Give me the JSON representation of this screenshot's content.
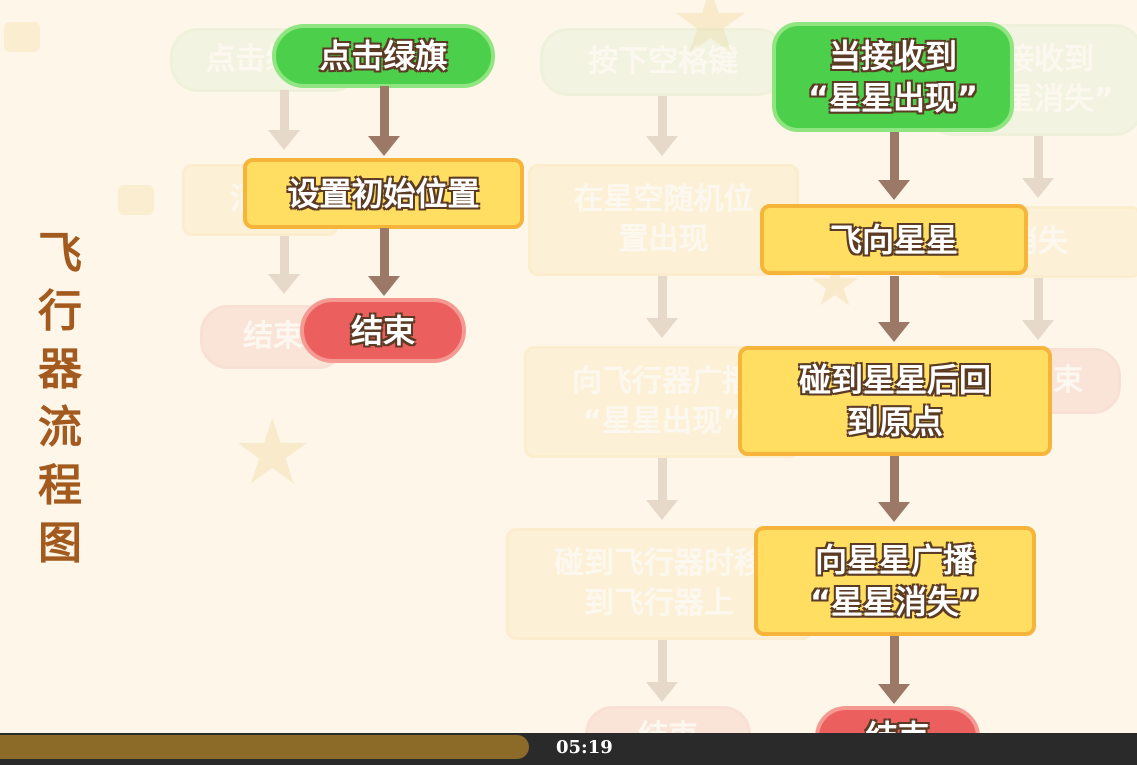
{
  "side_title": [
    "飞",
    "行",
    "器",
    "流",
    "程",
    "图"
  ],
  "flow_left": {
    "start": "点击绿旗",
    "step1": "设置初始位置",
    "end": "结束"
  },
  "flow_right": {
    "start_line1": "当接收到",
    "start_line2": "“星星出现”",
    "step1": "飞向星星",
    "step2_line1": "碰到星星后回",
    "step2_line2": "到原点",
    "step3_line1": "向星星广播",
    "step3_line2": "“星星消失”",
    "end": "结束"
  },
  "ghost": {
    "left_start": "点击绿旗",
    "left_step": "消失",
    "left_end": "结束",
    "mid_start": "按下空格键",
    "mid_step1_line1": "在星空随机位",
    "mid_step1_line2": "置出现",
    "mid_step2_line1": "向飞行器广播",
    "mid_step2_line2": "“星星出现”",
    "mid_step3_line1": "碰到飞行器时移",
    "mid_step3_line2": "到飞行器上",
    "mid_end": "结束",
    "right_start_line1": "当接收到",
    "right_start_line2": "“星星消失”",
    "right_step": "消失",
    "right_end": "结束"
  },
  "player": {
    "time": "05:19",
    "progress": 0.465
  },
  "colors": {
    "background": "#fdf6e9",
    "green_node": "#4ccf4a",
    "yellow_node": "#ffde62",
    "red_node": "#ec5f5f",
    "arrow": "#9c7866",
    "title": "#a35a1f",
    "progress": "#8c6a27"
  }
}
